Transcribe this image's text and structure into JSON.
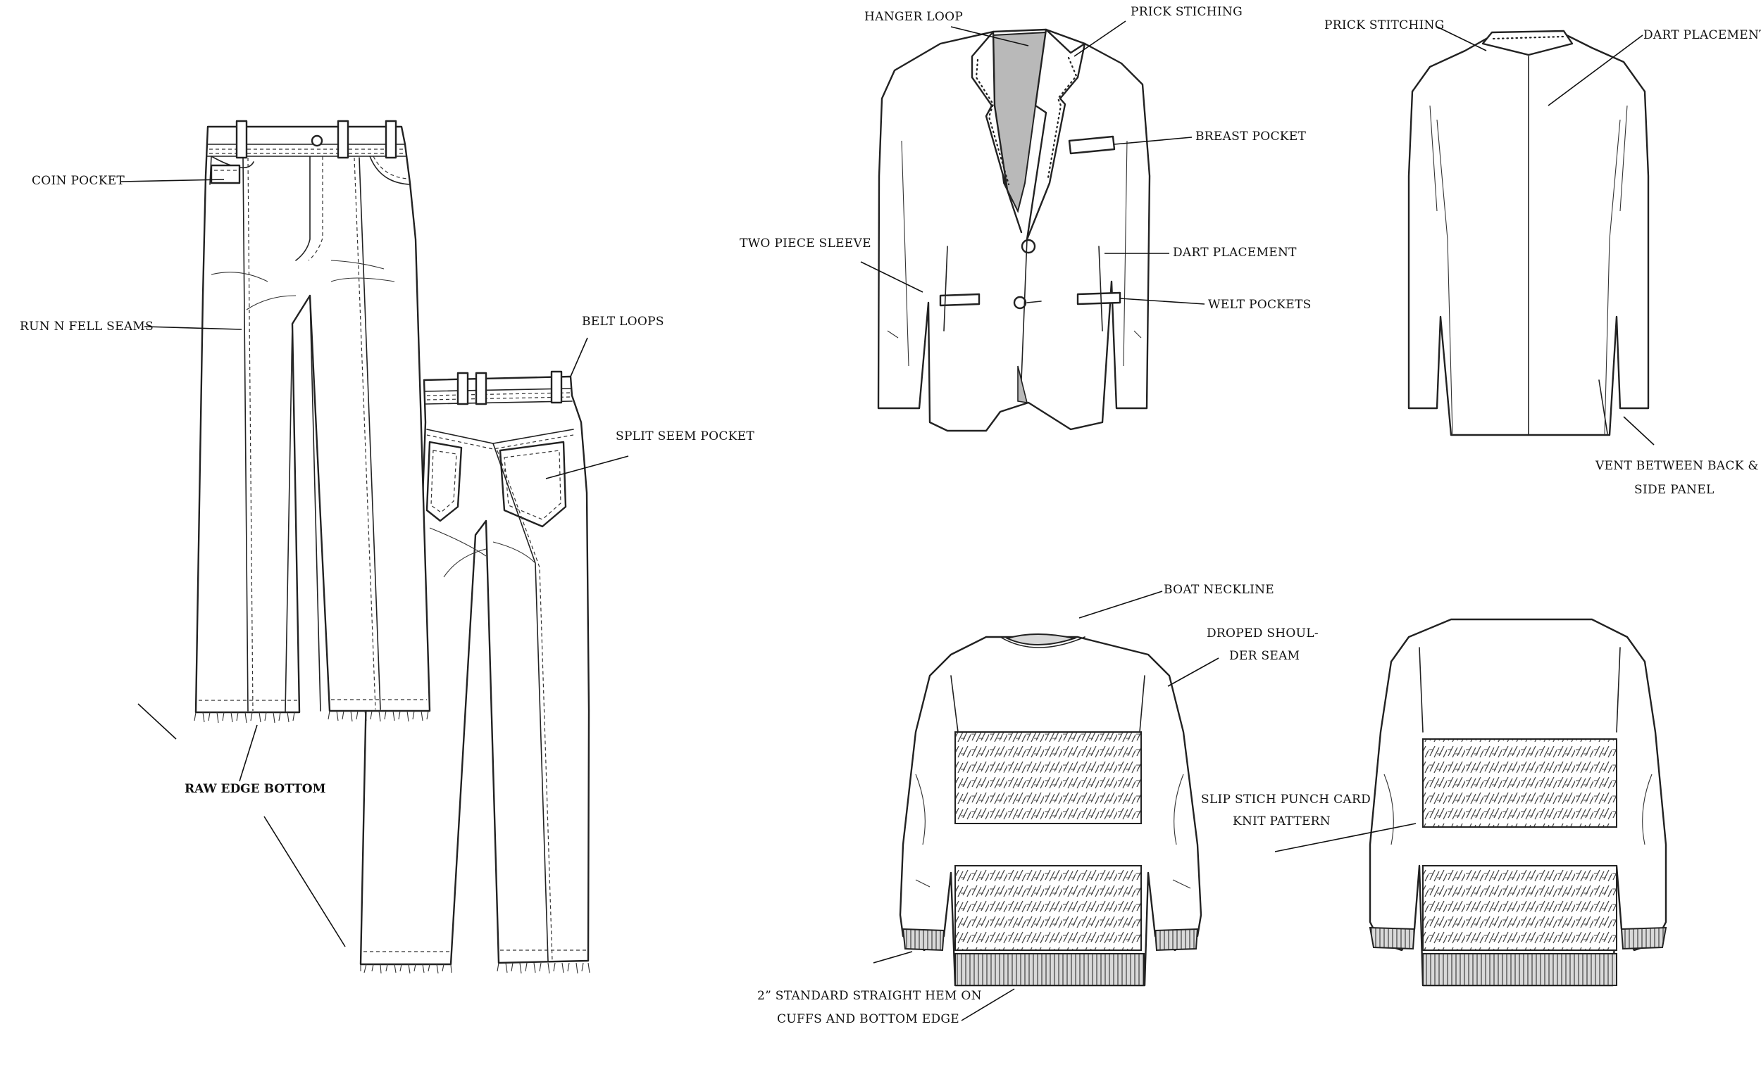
{
  "colors": {
    "line": "#222222",
    "lining_gray": "#b9b9b9",
    "rib_gray": "#9c9c9c",
    "background": "#ffffff"
  },
  "jeans": {
    "labels": {
      "coin_pocket": "COIN POCKET",
      "run_n_fell_seams": "RUN N FELL SEAMS",
      "belt_loops": "BELT LOOPS",
      "split_seem_pocket": "SPLIT SEEM POCKET",
      "raw_edge_bottom": "RAW EDGE BOTTOM"
    }
  },
  "blazer": {
    "labels": {
      "hanger_loop": "HANGER LOOP",
      "prick_stiching": "PRICK STICHING",
      "breast_pocket": "BREAST POCKET",
      "two_piece_sleeve": "TWO PIECE SLEEVE",
      "dart_placement_front": "DART PLACEMENT",
      "welt_pockets": "WELT POCKETS",
      "prick_stitching_back": "PRICK STITCHING",
      "dart_placement_back": "DART PLACEMENT",
      "vent_line1": "VENT BETWEEN BACK &",
      "vent_line2": "SIDE PANEL"
    }
  },
  "sweater": {
    "labels": {
      "boat_neckline": "BOAT NECKLINE",
      "droped_line1": "DROPED SHOUL-",
      "droped_line2": "DER SEAM",
      "slip_line1": "SLIP STICH PUNCH CARD",
      "slip_line2": "KNIT PATTERN",
      "hem_line1": "2” STANDARD STRAIGHT HEM ON",
      "hem_line2": "CUFFS AND BOTTOM EDGE"
    }
  }
}
